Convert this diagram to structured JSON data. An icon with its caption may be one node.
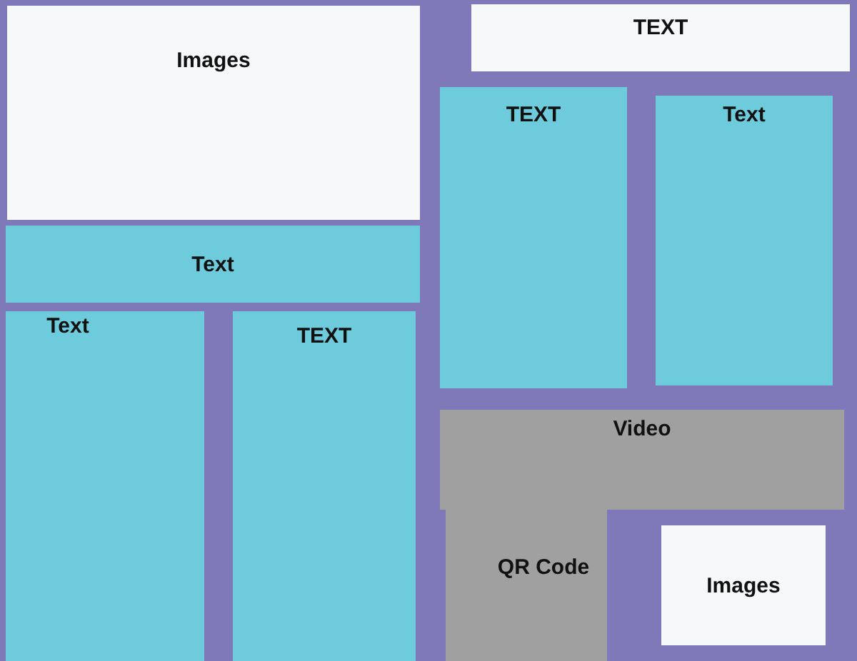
{
  "diagram": {
    "nodes": [
      {
        "text": [
          "Images"
        ]
      },
      {
        "text": [
          "TEXT"
        ]
      },
      {
        "text": [
          "TEXT"
        ]
      },
      {
        "text": [
          "Text"
        ]
      },
      {
        "text": [
          "Text"
        ]
      },
      {
        "text": [
          "Text"
        ]
      },
      {
        "text": [
          "TEXT"
        ]
      },
      {
        "text": [
          "Video"
        ]
      },
      {
        "text": [
          "QR Code"
        ]
      },
      {
        "text": [
          "Images"
        ]
      }
    ]
  }
}
